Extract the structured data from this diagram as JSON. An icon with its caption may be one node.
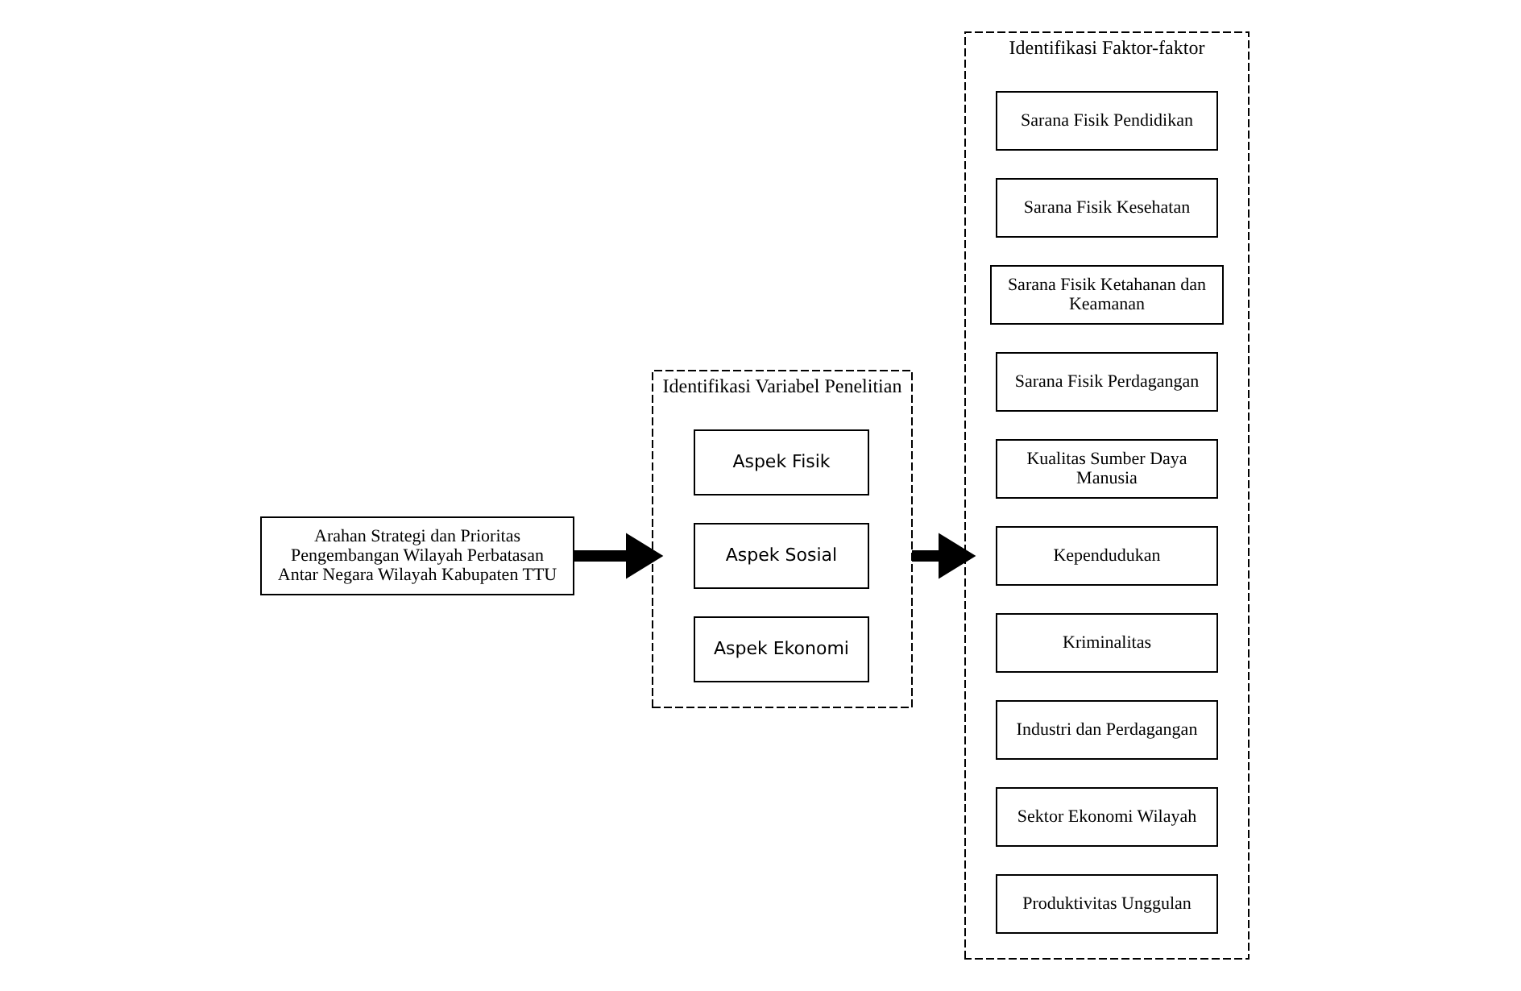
{
  "diagram": {
    "nodes": [
      {
        "text": [
          "Arahan Strategi dan Prioritas Pengembangan Wilayah Perbatasan Antar Negara Wilayah Kabupaten TTU"
        ]
      },
      {
        "text": [
          "Identifikasi Variabel Penelitian"
        ]
      },
      {
        "text": [
          "Aspek Fisik"
        ],
        "in": 1
      },
      {
        "text": [
          "Aspek Sosial"
        ],
        "in": 1
      },
      {
        "text": [
          "Aspek Ekonomi"
        ],
        "in": 1
      },
      {
        "text": [
          "Identifikasi Faktor-faktor"
        ]
      },
      {
        "text": [
          "Sarana Fisik Pendidikan"
        ],
        "in": 5
      },
      {
        "text": [
          "Sarana Fisik Kesehatan"
        ],
        "in": 5
      },
      {
        "text": [
          "Sarana Fisik Ketahanan dan Keamanan"
        ],
        "in": 5
      },
      {
        "text": [
          "Sarana Fisik Perdagangan"
        ],
        "in": 5
      },
      {
        "text": [
          "Kualitas Sumber Daya Manusia"
        ],
        "in": 5
      },
      {
        "text": [
          "Kependudukan"
        ],
        "in": 5
      },
      {
        "text": [
          "Kriminalitas"
        ],
        "in": 5
      },
      {
        "text": [
          "Industri dan Perdagangan"
        ],
        "in": 5
      },
      {
        "text": [
          "Sektor Ekonomi Wilayah"
        ],
        "in": 5
      },
      {
        "text": [
          "Produktivitas Unggulan"
        ],
        "in": 5
      }
    ],
    "edges": [
      {
        "from": 0,
        "to": 1,
        "arrow": "to"
      },
      {
        "from": 1,
        "to": 5,
        "arrow": "to"
      }
    ]
  }
}
